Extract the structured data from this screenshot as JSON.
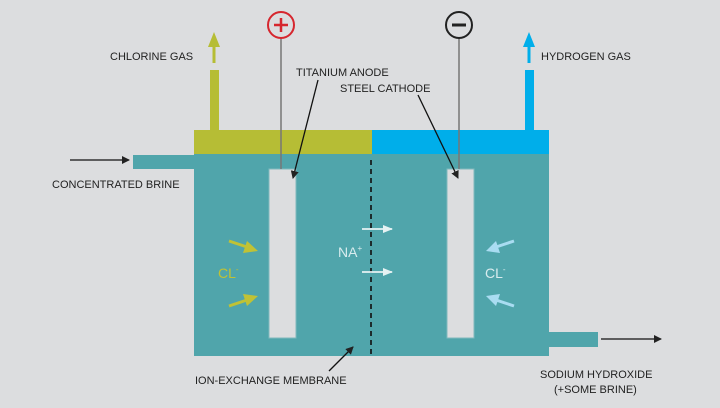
{
  "title": "Membrane cell electrolysis of brine",
  "colors": {
    "background": "#dcdddf",
    "cell": "#50a5ab",
    "anode_gas": "#b6bd35",
    "cathode_gas": "#00aeea",
    "positive": "#d6262e",
    "negative": "#222222",
    "electrode": "#dcdddf",
    "na_arrow": "#e6f2f3",
    "cl_right": "#a9dcf1",
    "cl_left": "#c0c235"
  },
  "labels": {
    "chlorine_gas": "CHLORINE GAS",
    "hydrogen_gas": "HYDROGEN GAS",
    "titanium_anode": "TITANIUM ANODE",
    "steel_cathode": "STEEL CATHODE",
    "concentrated_brine": "CONCENTRATED BRINE",
    "ion_exchange_membrane": "ION-EXCHANGE MEMBRANE",
    "sodium_hydroxide_line1": "SODIUM HYDROXIDE",
    "sodium_hydroxide_line2": "(+SOME BRINE)"
  },
  "ions": {
    "left": {
      "symbol": "CL",
      "charge": "-"
    },
    "middle": {
      "symbol": "NA",
      "charge": "+"
    },
    "right": {
      "symbol": "CL",
      "charge": "-"
    }
  },
  "terminals": {
    "positive": "+",
    "negative": "−"
  }
}
